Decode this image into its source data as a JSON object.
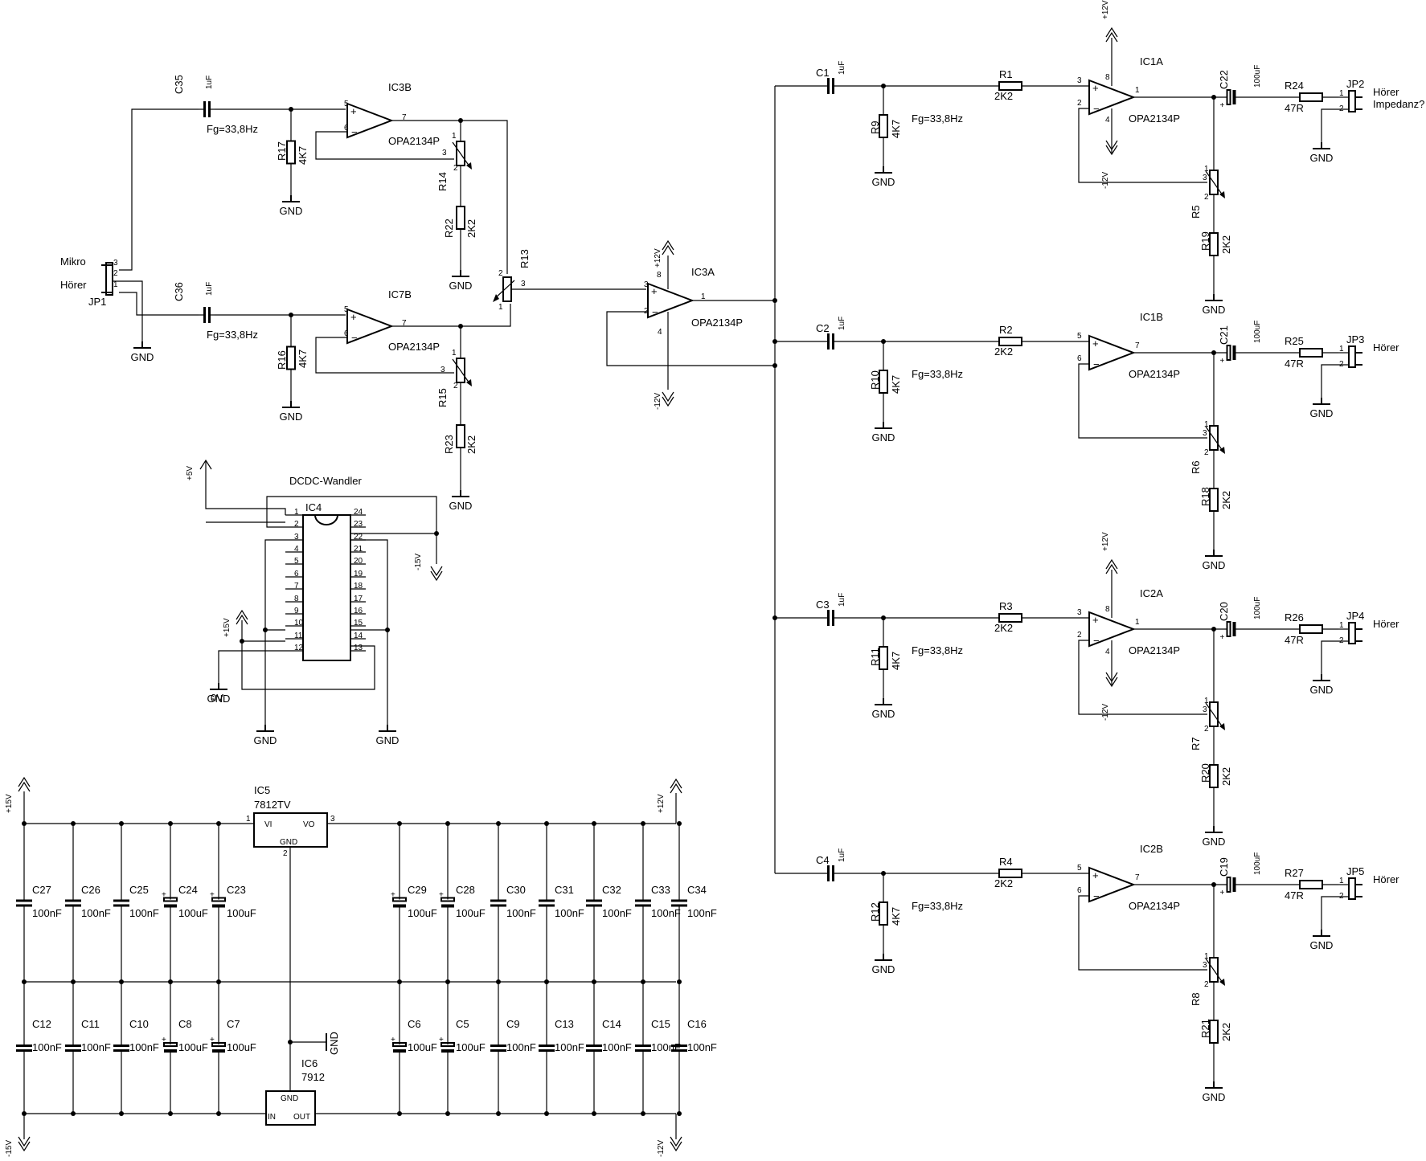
{
  "gnd": "GND",
  "opamp_part": "OPA2134P",
  "fg": "Fg=33,8Hz",
  "ohm_2k2": "2K2",
  "ohm_4k7": "4K7",
  "ohm_47r": "47R",
  "cap_1uf": "1uF",
  "cap_100uf": "100uF",
  "cap_100nf": "100nF",
  "rail_p12": "+12V",
  "rail_m12": "-12V",
  "rail_p15": "+15V",
  "rail_m15": "-15V",
  "rail_p5": "+5V",
  "rail_0v": "0V",
  "jp1": {
    "name": "JP1",
    "mikro": "Mikro",
    "hoerer": "Hörer"
  },
  "out_labels": {
    "jp2_line1": "Hörer",
    "jp2_line2": "Impedanz?",
    "jp3": "Hörer",
    "jp4": "Hörer",
    "jp5": "Hörer"
  },
  "dcdc": {
    "title": "DCDC-Wandler",
    "ic": "IC4"
  },
  "ic5": {
    "name": "IC5",
    "part": "7812TV",
    "vi": "VI",
    "vo": "VO",
    "gnd": "GND"
  },
  "ic6": {
    "name": "IC6",
    "part": "7912",
    "gnd": "GND",
    "in": "IN",
    "out": "OUT"
  },
  "names": {
    "IC1A": "IC1A",
    "IC1B": "IC1B",
    "IC2A": "IC2A",
    "IC2B": "IC2B",
    "IC3A": "IC3A",
    "IC3B": "IC3B",
    "IC7B": "IC7B",
    "C1": "C1",
    "C2": "C2",
    "C3": "C3",
    "C4": "C4",
    "C35": "C35",
    "C36": "C36",
    "C19": "C19",
    "C20": "C20",
    "C21": "C21",
    "C22": "C22",
    "R1": "R1",
    "R2": "R2",
    "R3": "R3",
    "R4": "R4",
    "R5": "R5",
    "R6": "R6",
    "R7": "R7",
    "R8": "R8",
    "R9": "R9",
    "R10": "R10",
    "R11": "R11",
    "R12": "R12",
    "R13": "R13",
    "R14": "R14",
    "R15": "R15",
    "R16": "R16",
    "R17": "R17",
    "R18": "R18",
    "R19": "R19",
    "R20": "R20",
    "R21": "R21",
    "R22": "R22",
    "R23": "R23",
    "R24": "R24",
    "R25": "R25",
    "R26": "R26",
    "R27": "R27",
    "JP2": "JP2",
    "JP3": "JP3",
    "JP4": "JP4",
    "JP5": "JP5"
  },
  "supply_caps_top": [
    {
      "name": "C27",
      "value": "100nF",
      "elec": false
    },
    {
      "name": "C26",
      "value": "100nF",
      "elec": false
    },
    {
      "name": "C25",
      "value": "100nF",
      "elec": false
    },
    {
      "name": "C24",
      "value": "100uF",
      "elec": true
    },
    {
      "name": "C23",
      "value": "100uF",
      "elec": true
    },
    {
      "name": "C29",
      "value": "100uF",
      "elec": true
    },
    {
      "name": "C28",
      "value": "100uF",
      "elec": true
    },
    {
      "name": "C30",
      "value": "100nF",
      "elec": false
    },
    {
      "name": "C31",
      "value": "100nF",
      "elec": false
    },
    {
      "name": "C32",
      "value": "100nF",
      "elec": false
    },
    {
      "name": "C33",
      "value": "100nF",
      "elec": false
    },
    {
      "name": "C34",
      "value": "100nF",
      "elec": false
    }
  ],
  "supply_caps_bottom": [
    {
      "name": "C12",
      "value": "100nF",
      "elec": false
    },
    {
      "name": "C11",
      "value": "100nF",
      "elec": false
    },
    {
      "name": "C10",
      "value": "100nF",
      "elec": false
    },
    {
      "name": "C8",
      "value": "100uF",
      "elec": true
    },
    {
      "name": "C7",
      "value": "100uF",
      "elec": true
    },
    {
      "name": "C6",
      "value": "100uF",
      "elec": true
    },
    {
      "name": "C5",
      "value": "100uF",
      "elec": true
    },
    {
      "name": "C9",
      "value": "100nF",
      "elec": false
    },
    {
      "name": "C13",
      "value": "100nF",
      "elec": false
    },
    {
      "name": "C14",
      "value": "100nF",
      "elec": false
    },
    {
      "name": "C15",
      "value": "100nF",
      "elec": false
    },
    {
      "name": "C16",
      "value": "100nF",
      "elec": false
    }
  ],
  "pins": [
    "1",
    "2",
    "3",
    "4",
    "5",
    "6",
    "7",
    "8",
    "9",
    "10",
    "11",
    "12",
    "13",
    "14",
    "15",
    "16",
    "17",
    "18",
    "19",
    "20",
    "21",
    "22",
    "23",
    "24"
  ]
}
